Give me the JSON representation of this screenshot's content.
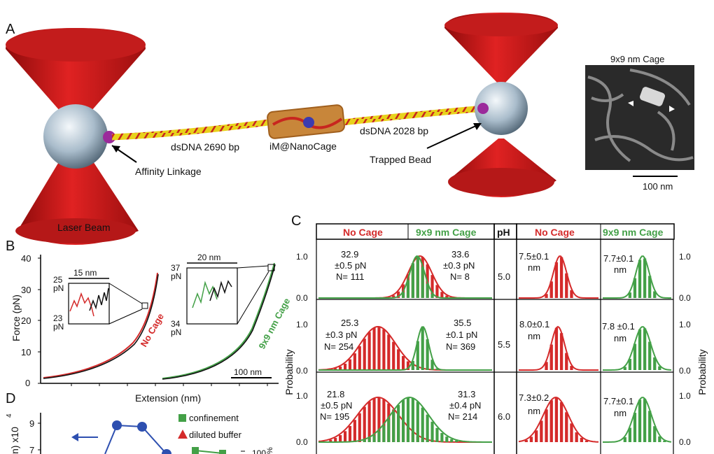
{
  "panels": {
    "a": "A",
    "b": "B",
    "c": "C",
    "d": "D"
  },
  "panel_a": {
    "labels": {
      "dsdna_left": "dsDNA 2690 bp",
      "nanocage": "iM@NanoCage",
      "dsdna_right": "dsDNA 2028 bp",
      "affinity": "Affinity Linkage",
      "trapped": "Trapped Bead",
      "laser": "Laser Beam"
    },
    "micrograph": {
      "title": "9x9 nm Cage",
      "scale": "100 nm"
    }
  },
  "panel_b": {
    "ylabel": "Force (pN)",
    "xlabel": "Extension (nm)",
    "yticks": [
      "0",
      "10",
      "20",
      "30",
      "40"
    ],
    "label_nocage": "No Cage",
    "label_cage": "9x9 nm Cage",
    "inset1": {
      "scale": "15 nm",
      "top": "25\npN",
      "bottom": "23\npN"
    },
    "inset2": {
      "scale": "20 nm",
      "top": "37\npN",
      "bottom": "34\npN"
    },
    "scalebar": "100 nm"
  },
  "panel_c": {
    "headers": {
      "nocage": "No Cage",
      "cage": "9x9 nm Cage",
      "ph": "pH",
      "nocage2": "No Cage",
      "cage2": "9x9 nm Cage"
    },
    "ylabel": "Probability",
    "ph_values": [
      "5.0",
      "5.5",
      "6.0"
    ],
    "rows": [
      {
        "nocage": [
          "32.9",
          "±0.5 pN",
          "N= 111"
        ],
        "cage": [
          "33.6",
          "±0.3 pN",
          "N= 8"
        ],
        "ext_nc": [
          "7.5±0.1",
          "nm"
        ],
        "ext_c": [
          "7.7±0.1",
          "nm"
        ]
      },
      {
        "nocage": [
          "25.3",
          "±0.3 pN",
          "N= 254"
        ],
        "cage": [
          "35.5",
          "±0.1 pN",
          "N= 369"
        ],
        "ext_nc": [
          "8.0±0.1",
          "nm"
        ],
        "ext_c": [
          "7.8 ±0.1",
          "nm"
        ]
      },
      {
        "nocage": [
          "21.8",
          "±0.5 pN",
          "N= 195"
        ],
        "cage": [
          "31.3",
          "±0.4 pN",
          "N= 214"
        ],
        "ext_nc": [
          "7.3±0.2",
          "nm"
        ],
        "ext_c": [
          "7.7±0.1",
          "nm"
        ]
      }
    ],
    "yticks": [
      "1.0",
      "0.0"
    ],
    "colors": {
      "nocage": "#d42a2a",
      "cage": "#43a047"
    }
  },
  "panel_d": {
    "ylabel": "n) x10",
    "yexp": "4",
    "yticks": [
      "9",
      "7"
    ],
    "legend": [
      "confinement",
      "diluted buffer"
    ],
    "right_tick": "100",
    "right_unit": "%"
  }
}
